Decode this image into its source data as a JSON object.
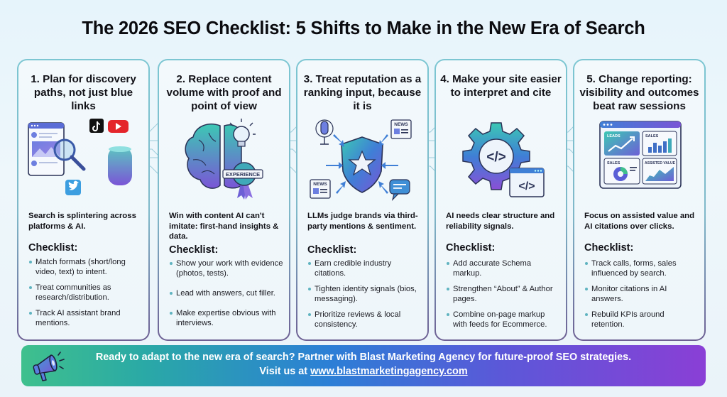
{
  "header": {
    "title": "The 2026 SEO Checklist: 5 Shifts to Make in the New Era of Search"
  },
  "colors": {
    "card_border_top": "#7cc6d2",
    "card_border_bottom": "#6d5f93",
    "bullet": "#5fb3c0",
    "banner_start": "#3fc08d",
    "banner_mid": "#2c7fd6",
    "banner_end": "#8a3fd6"
  },
  "cards": [
    {
      "number": "1",
      "title": "1. Plan for discovery paths, not just blue links",
      "icons": [
        "browser-window-icon",
        "magnifier-icon",
        "tiktok-icon",
        "youtube-icon",
        "twitter-icon",
        "smart-speaker-icon"
      ],
      "summary": "Search is splintering across platforms & AI.",
      "checklist_label": "Checklist:",
      "items": [
        "Match formats (short/long video, text) to intent.",
        "Treat communities as research/distribution.",
        "Track AI assistant brand mentions."
      ]
    },
    {
      "number": "2",
      "title": "2. Replace content volume with proof and point of view",
      "icons": [
        "brain-icon",
        "lightbulb-icon",
        "award-ribbon-icon"
      ],
      "badge_label": "EXPERIENCE",
      "summary": "Win with content AI can't imitate: first-hand insights & data.",
      "checklist_label": "Checklist:",
      "items": [
        "Show your work with evidence (photos, tests).",
        "Lead with answers, cut filler.",
        "Make expertise obvious with interviews."
      ]
    },
    {
      "number": "3",
      "title": "3. Treat reputation as a ranking input, because it is",
      "icons": [
        "podcast-mic-icon",
        "newspaper-icon",
        "shield-star-icon",
        "chat-bubble-icon"
      ],
      "news_label": "NEWS",
      "summary": "LLMs judge brands via third-party mentions & sentiment.",
      "checklist_label": "Checklist:",
      "items": [
        "Earn credible industry citations.",
        "Tighten identity signals (bios, messaging).",
        "Prioritize reviews & local consistency."
      ]
    },
    {
      "number": "4",
      "title": "4. Make your site easier to interpret and cite",
      "icons": [
        "gear-code-icon",
        "code-window-icon"
      ],
      "code_glyph": "</>",
      "summary": "AI needs clear structure and reliability signals.",
      "checklist_label": "Checklist:",
      "items": [
        "Add accurate Schema markup.",
        "Strengthen “About” & Author pages.",
        "Combine on-page markup with feeds for Ecommerce."
      ]
    },
    {
      "number": "5",
      "title": "5. Change reporting: visibility and outcomes beat raw sessions",
      "icons": [
        "dashboard-icon"
      ],
      "dashboard_tiles": [
        "LEADS",
        "SALES",
        "SALES",
        "ASSISTED VALUE"
      ],
      "summary": "Focus on assisted value and AI citations over clicks.",
      "checklist_label": "Checklist:",
      "items": [
        "Track calls, forms, sales influenced by search.",
        "Monitor citations in AI answers.",
        "Rebuild KPIs around retention."
      ]
    }
  ],
  "banner": {
    "line1": "Ready to adapt to the new era of search? Partner with Blast Marketing Agency for future-proof SEO strategies.",
    "line2_prefix": "Visit us at ",
    "link_text": "www.blastmarketingagency.com",
    "icon": "megaphone-icon"
  }
}
